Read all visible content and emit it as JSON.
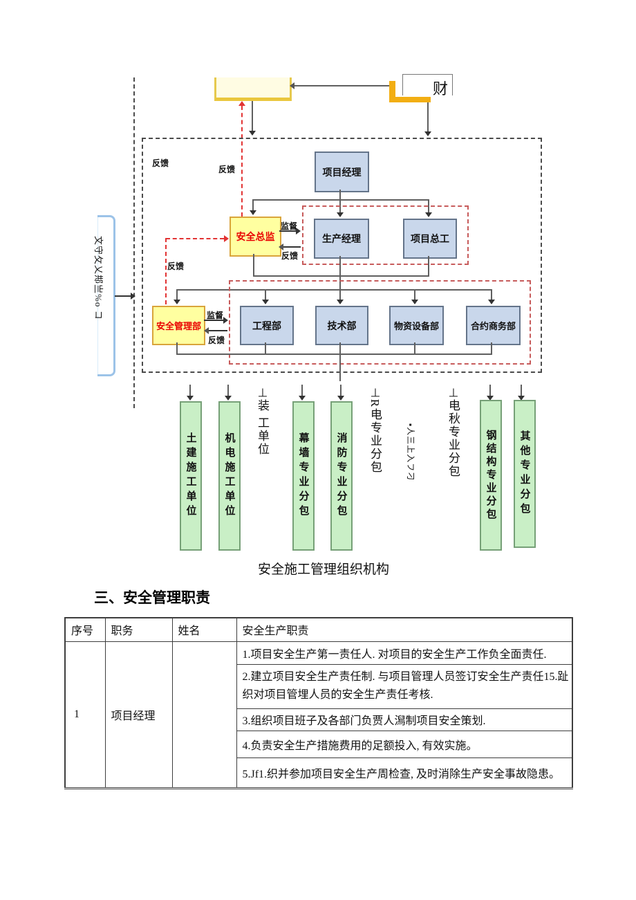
{
  "diagram": {
    "caption": "安全施工管理组织机构",
    "labels": {
      "feedback": "反馈",
      "supervise": "监督",
      "finance": "财"
    },
    "nodes": {
      "project_manager": "项目经理",
      "safety_director": "安全总监",
      "production_manager": "生产经理",
      "project_chief_engineer": "项目总工",
      "safety_management_dept": "安全管理部",
      "engineering_dept": "工程部",
      "technical_dept": "技术部",
      "materials_equipment_dept": "物资设备部",
      "contract_commerce_dept": "合约商务部"
    },
    "green_boxes": [
      "土建施工单位",
      "机电施工单位",
      "幕墙专业分包",
      "消防专业分包",
      "钢结构专业分包",
      "其他专业分包"
    ],
    "loose_columns": {
      "decoration_unit": "⊣装 工单位",
      "mech_elec_sub": "⊣R电专业分包",
      "garbled_small": "▪人三上入フ刁",
      "elevator_sub": "⊣电秋专业分包"
    },
    "left_note": "文守攵乂䢼亗%o コ"
  },
  "section_heading": "三、安全管理职责",
  "table": {
    "headers": [
      "序号",
      "职务",
      "姓名",
      "安全生产职责"
    ],
    "row": {
      "index": "1",
      "position": "项目经理",
      "name": "",
      "duties": [
        "1.项目安全生产第一责任人. 对项目的安全生产工作负全面责任.",
        "2.建立项目安全生产责任制. 与项目管理人员签订安全生产责任15.趾织对项目管埋人员的安全生产责任考核.",
        "3.组织项目班子及各部门负贾人澙制项目安全策划.",
        "4.负责安全生产措施费用的足额投入, 有效实施。",
        "5.Jf1.织并参加项目安全生产周检查, 及时消除生产安全事故隐患。"
      ]
    }
  }
}
